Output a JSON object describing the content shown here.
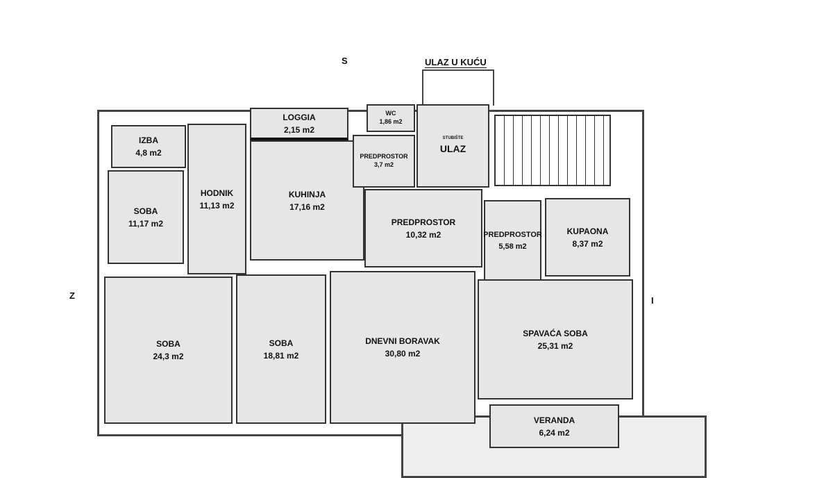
{
  "compass": {
    "north": "S",
    "west": "Z",
    "east": "I"
  },
  "entrance_label": "ULAZ U KUĆU",
  "rooms": {
    "izba": {
      "name": "IZBA",
      "area": "4,8 m2"
    },
    "soba1": {
      "name": "SOBA",
      "area": "11,17 m2"
    },
    "hodnik": {
      "name": "HODNIK",
      "area": "11,13 m2"
    },
    "loggia": {
      "name": "LOGGIA",
      "area": "2,15 m2"
    },
    "kuhinja": {
      "name": "KUHINJA",
      "area": "17,16 m2"
    },
    "wc": {
      "name": "WC",
      "area": "1,86 m2"
    },
    "predprostor1": {
      "name": "PREDPROSTOR",
      "area": "3,7 m2"
    },
    "ulaz": {
      "name": "ULAZ",
      "note": "STUBIŠTE"
    },
    "predprostor2": {
      "name": "PREDPROSTOR",
      "area": "10,32 m2"
    },
    "predprostor3": {
      "name": "PREDPROSTOR",
      "area": "5,58 m2"
    },
    "kupaona": {
      "name": "KUPAONA",
      "area": "8,37 m2"
    },
    "soba2": {
      "name": "SOBA",
      "area": "24,3 m2"
    },
    "soba3": {
      "name": "SOBA",
      "area": "18,81 m2"
    },
    "dnevni": {
      "name": "DNEVNI BORAVAK",
      "area": "30,80 m2"
    },
    "spavaca": {
      "name": "SPAVAĆA SOBA",
      "area": "25,31 m2"
    },
    "veranda": {
      "name": "VERANDA",
      "area": "6,24 m2"
    }
  }
}
